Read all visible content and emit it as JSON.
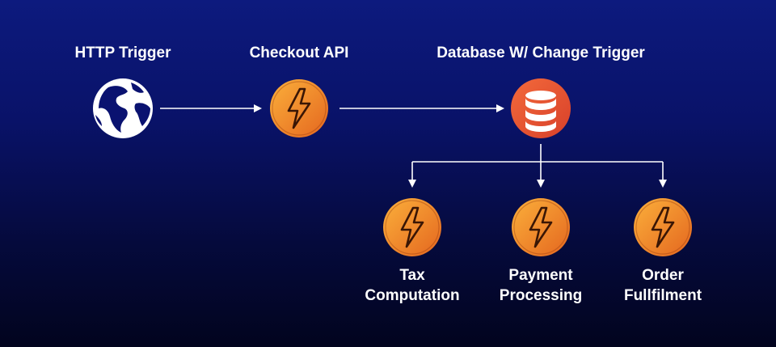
{
  "nodes": {
    "http_trigger": {
      "label": "HTTP Trigger",
      "icon": "globe-icon"
    },
    "checkout_api": {
      "label": "Checkout API",
      "icon": "lightning-icon"
    },
    "database": {
      "label": "Database W/ Change Trigger",
      "icon": "database-icon"
    },
    "tax": {
      "label_line1": "Tax",
      "label_line2": "Computation",
      "icon": "lightning-icon"
    },
    "payment": {
      "label_line1": "Payment",
      "label_line2": "Processing",
      "icon": "lightning-icon"
    },
    "order": {
      "label_line1": "Order",
      "label_line2": "Fullfilment",
      "icon": "lightning-icon"
    }
  },
  "colors": {
    "background_top": "#0d1a7e",
    "background_bottom": "#02041e",
    "function_orange": "#f28a1e",
    "database_red": "#ea4f2c",
    "connector": "#ffffff"
  }
}
